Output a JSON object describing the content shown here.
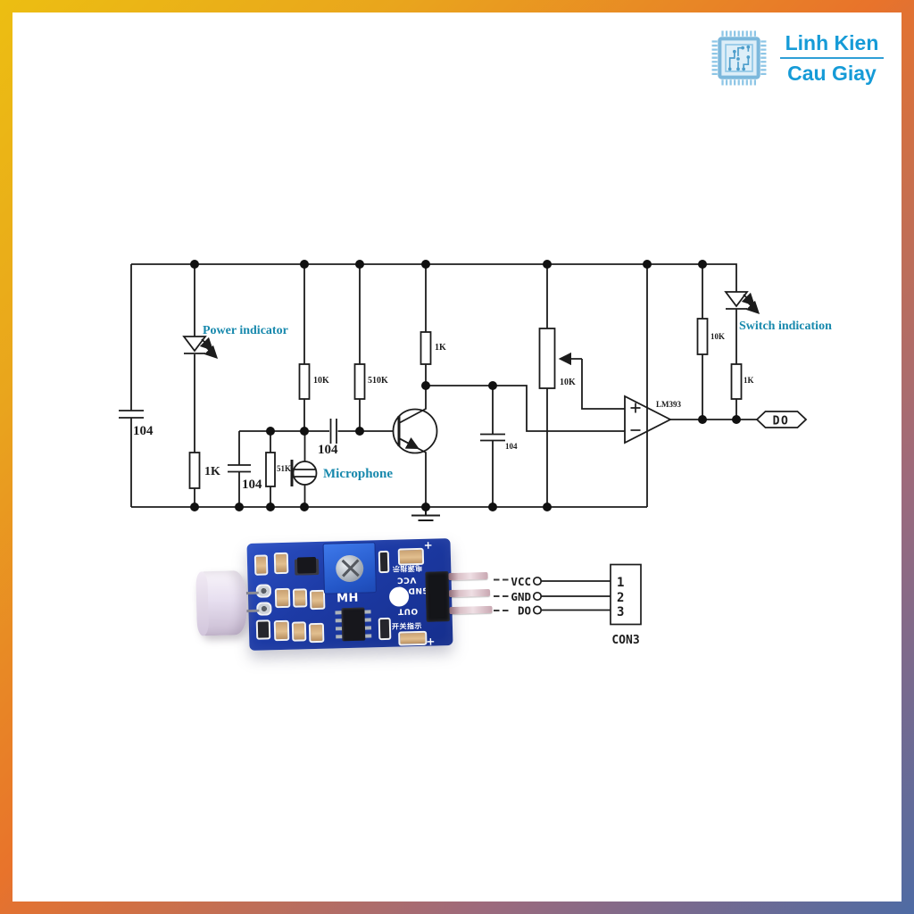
{
  "brand": {
    "name_line1": "Linh Kien",
    "name_line2": "Cau Giay",
    "text_color": "#169bd7"
  },
  "frame": {
    "color_top_left": "#ecbe12",
    "color_mid": "#e8732b",
    "color_bottom_right": "#4e6ba4"
  },
  "schematic": {
    "label_color": "#1889ad",
    "labels": {
      "power_indicator": "Power indicator",
      "microphone": "Microphone",
      "switch_indication": "Switch indication",
      "comparator": "LM393",
      "output_tag": "DO"
    },
    "values": {
      "input_cap": "104",
      "power_led_resistor": "1K",
      "bias_resistor": "10K",
      "feedback_resistor": "510K",
      "coupling_cap": "104",
      "mic_filter_cap": "104",
      "mic_resistor": "51K",
      "collector_resistor": "1K",
      "output_filter_cap": "104",
      "potentiometer": "10K",
      "pullup_resistor": "10K",
      "switch_led_resistor": "1K"
    }
  },
  "module": {
    "silkscreen": {
      "mh": "MH",
      "power_led_label": "电源指示",
      "vcc": "VCC",
      "gnd": "GND",
      "out": "OUT",
      "switch_led_label": "开关指示",
      "plus_top": "+",
      "plus_bottom": "+"
    }
  },
  "connector": {
    "title": "CON3",
    "pins": [
      {
        "label": "VCC",
        "number": "1"
      },
      {
        "label": "GND",
        "number": "2"
      },
      {
        "label": "DO",
        "number": "3"
      }
    ]
  }
}
